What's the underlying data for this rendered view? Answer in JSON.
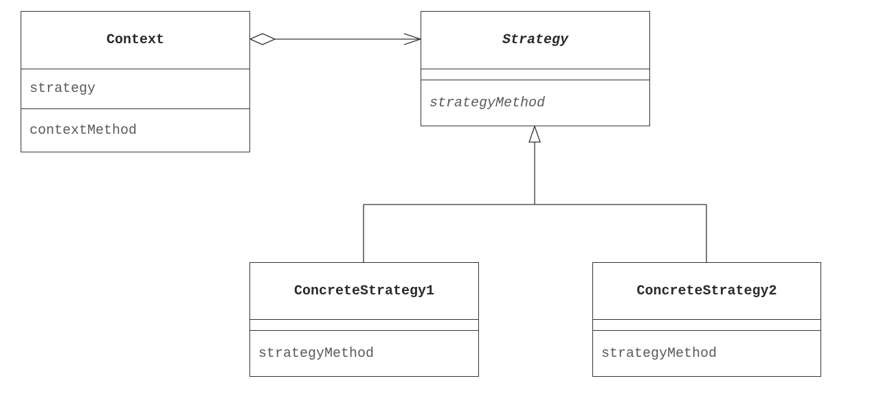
{
  "classes": {
    "context": {
      "name": "Context",
      "attributes": [
        "strategy"
      ],
      "methods": [
        "contextMethod"
      ]
    },
    "strategy": {
      "name": "Strategy",
      "abstract": true,
      "attributes": [],
      "methods": [
        "strategyMethod"
      ]
    },
    "concrete1": {
      "name": "ConcreteStrategy1",
      "attributes": [],
      "methods": [
        "strategyMethod"
      ]
    },
    "concrete2": {
      "name": "ConcreteStrategy2",
      "attributes": [],
      "methods": [
        "strategyMethod"
      ]
    }
  },
  "relationships": [
    {
      "type": "aggregation",
      "from": "Context",
      "to": "Strategy"
    },
    {
      "type": "generalization",
      "from": "ConcreteStrategy1",
      "to": "Strategy"
    },
    {
      "type": "generalization",
      "from": "ConcreteStrategy2",
      "to": "Strategy"
    }
  ],
  "colors": {
    "line": "#333333",
    "text": "#2a2a2a",
    "member_text": "#5a5a5a"
  }
}
